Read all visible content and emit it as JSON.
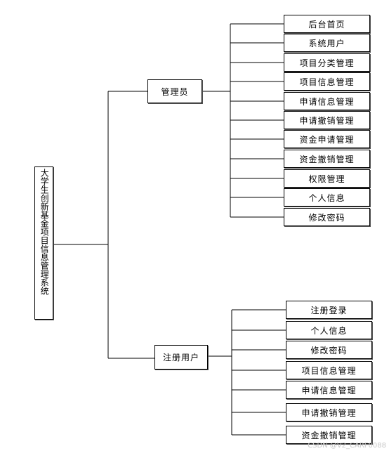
{
  "root": {
    "label": "大学生创新基金项目信息管理系统"
  },
  "groups": [
    {
      "label": "管理员",
      "items": [
        "后台首页",
        "系统用户",
        "项目分类管理",
        "项目信息管理",
        "申请信息管理",
        "申请撤销管理",
        "资金申请管理",
        "资金撤销管理",
        "权限管理",
        "个人信息",
        "修改密码"
      ]
    },
    {
      "label": "注册用户",
      "items": [
        "注册登录",
        "个人信息",
        "修改密码",
        "项目信息管理",
        "申请信息管理",
        "申请撤销管理",
        "资金撤销管理"
      ]
    }
  ],
  "watermark": "CSDN @V2_CARF0088"
}
